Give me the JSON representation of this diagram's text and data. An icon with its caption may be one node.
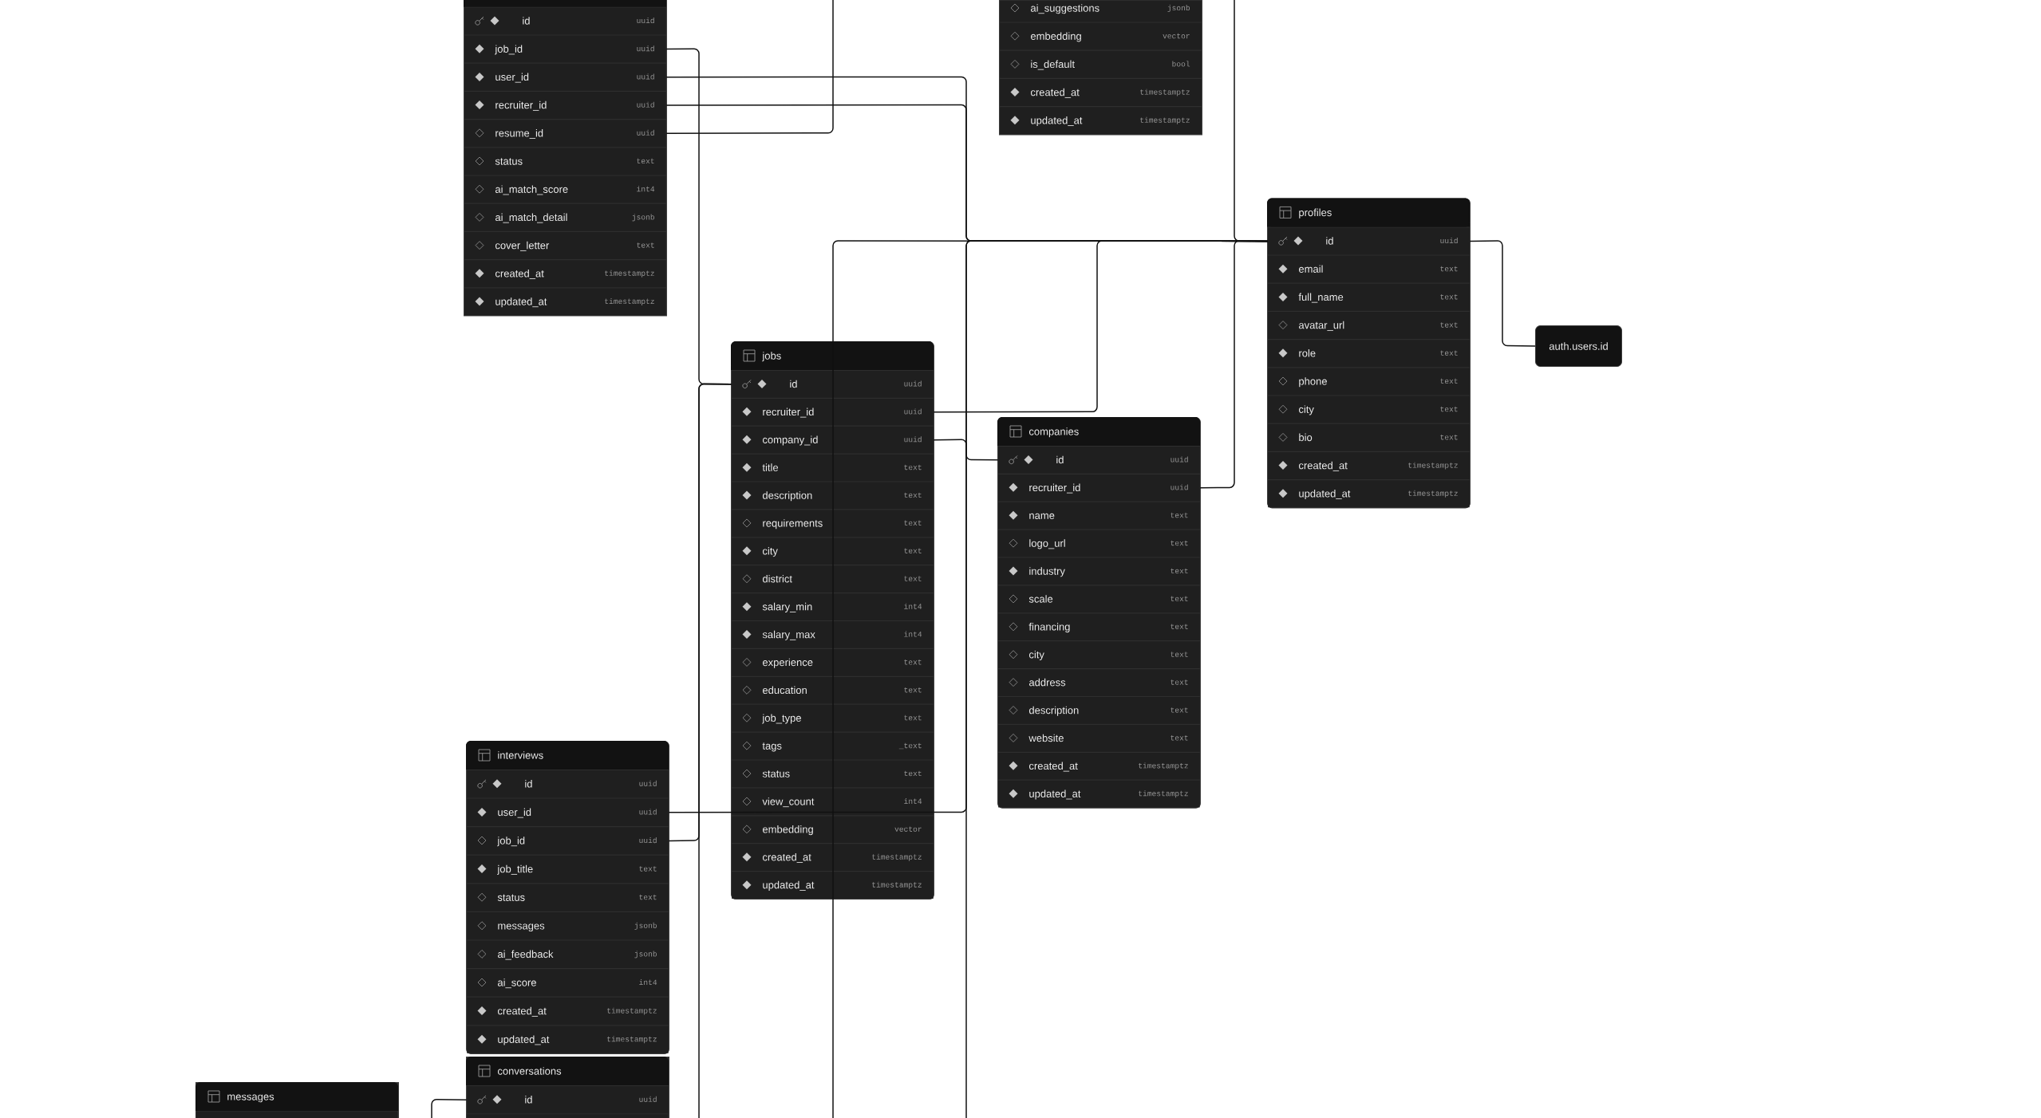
{
  "diagram": {
    "nodes": [
      {
        "text": [],
        "shape": "box"
      },
      {
        "text": [
          "id",
          "uuid"
        ],
        "in": 0
      },
      {
        "text": [
          "job_id",
          "uuid"
        ],
        "in": 0
      },
      {
        "text": [
          "user_id",
          "uuid"
        ],
        "in": 0
      },
      {
        "text": [
          "recruiter_id",
          "uuid"
        ],
        "in": 0
      },
      {
        "text": [
          "resume_id",
          "uuid"
        ],
        "in": 0
      },
      {
        "text": [
          "status",
          "text"
        ],
        "in": 0
      },
      {
        "text": [
          "ai_match_score",
          "int4"
        ],
        "in": 0
      },
      {
        "text": [
          "ai_match_detail",
          "jsonb"
        ],
        "in": 0
      },
      {
        "text": [
          "cover_letter",
          "text"
        ],
        "in": 0
      },
      {
        "text": [
          "created_at",
          "timestamptz"
        ],
        "in": 0
      },
      {
        "text": [
          "updated_at",
          "timestamptz"
        ],
        "in": 0
      },
      {
        "text": [],
        "shape": "box"
      },
      {
        "text": [
          "ai_suggestions",
          "jsonb"
        ],
        "in": 12
      },
      {
        "text": [
          "embedding",
          "vector"
        ],
        "in": 12
      },
      {
        "text": [
          "is_default",
          "bool"
        ],
        "in": 12
      },
      {
        "text": [
          "created_at",
          "timestamptz"
        ],
        "in": 12
      },
      {
        "text": [
          "updated_at",
          "timestamptz"
        ],
        "in": 12
      },
      {
        "text": [
          "profiles"
        ]
      },
      {
        "text": [
          "id",
          "uuid"
        ],
        "in": 18
      },
      {
        "text": [
          "email",
          "text"
        ],
        "in": 18
      },
      {
        "text": [
          "full_name",
          "text"
        ],
        "in": 18
      },
      {
        "text": [
          "avatar_url",
          "text"
        ],
        "in": 18
      },
      {
        "text": [
          "role",
          "text"
        ],
        "in": 18
      },
      {
        "text": [
          "phone",
          "text"
        ],
        "in": 18
      },
      {
        "text": [
          "city",
          "text"
        ],
        "in": 18
      },
      {
        "text": [
          "bio",
          "text"
        ],
        "in": 18
      },
      {
        "text": [
          "created_at",
          "timestamptz"
        ],
        "in": 18
      },
      {
        "text": [
          "updated_at",
          "timestamptz"
        ],
        "in": 18
      },
      {
        "text": [
          "auth.users.id"
        ]
      },
      {
        "text": [
          "jobs"
        ]
      },
      {
        "text": [
          "id",
          "uuid"
        ],
        "in": 30
      },
      {
        "text": [
          "recruiter_id",
          "uuid"
        ],
        "in": 30
      },
      {
        "text": [
          "company_id",
          "uuid"
        ],
        "in": 30
      },
      {
        "text": [
          "title",
          "text"
        ],
        "in": 30
      },
      {
        "text": [
          "description",
          "text"
        ],
        "in": 30
      },
      {
        "text": [
          "requirements",
          "text"
        ],
        "in": 30
      },
      {
        "text": [
          "city",
          "text"
        ],
        "in": 30
      },
      {
        "text": [
          "district",
          "text"
        ],
        "in": 30
      },
      {
        "text": [
          "salary_min",
          "int4"
        ],
        "in": 30
      },
      {
        "text": [
          "salary_max",
          "int4"
        ],
        "in": 30
      },
      {
        "text": [
          "experience",
          "text"
        ],
        "in": 30
      },
      {
        "text": [
          "education",
          "text"
        ],
        "in": 30
      },
      {
        "text": [
          "job_type",
          "text"
        ],
        "in": 30
      },
      {
        "text": [
          "tags",
          "_text"
        ],
        "in": 30
      },
      {
        "text": [
          "status",
          "text"
        ],
        "in": 30
      },
      {
        "text": [
          "view_count",
          "int4"
        ],
        "in": 30
      },
      {
        "text": [
          "embedding",
          "vector"
        ],
        "in": 30
      },
      {
        "text": [
          "created_at",
          "timestamptz"
        ],
        "in": 30
      },
      {
        "text": [
          "updated_at",
          "timestamptz"
        ],
        "in": 30
      },
      {
        "text": [
          "companies"
        ]
      },
      {
        "text": [
          "id",
          "uuid"
        ],
        "in": 50
      },
      {
        "text": [
          "recruiter_id",
          "uuid"
        ],
        "in": 50
      },
      {
        "text": [
          "name",
          "text"
        ],
        "in": 50
      },
      {
        "text": [
          "logo_url",
          "text"
        ],
        "in": 50
      },
      {
        "text": [
          "industry",
          "text"
        ],
        "in": 50
      },
      {
        "text": [
          "scale",
          "text"
        ],
        "in": 50
      },
      {
        "text": [
          "financing",
          "text"
        ],
        "in": 50
      },
      {
        "text": [
          "city",
          "text"
        ],
        "in": 50
      },
      {
        "text": [
          "address",
          "text"
        ],
        "in": 50
      },
      {
        "text": [
          "description",
          "text"
        ],
        "in": 50
      },
      {
        "text": [
          "website",
          "text"
        ],
        "in": 50
      },
      {
        "text": [
          "created_at",
          "timestamptz"
        ],
        "in": 50
      },
      {
        "text": [
          "updated_at",
          "timestamptz"
        ],
        "in": 50
      },
      {
        "text": [
          "interviews"
        ]
      },
      {
        "text": [
          "id",
          "uuid"
        ],
        "in": 64
      },
      {
        "text": [
          "user_id",
          "uuid"
        ],
        "in": 64
      },
      {
        "text": [
          "job_id",
          "uuid"
        ],
        "in": 64
      },
      {
        "text": [
          "job_title",
          "text"
        ],
        "in": 64
      },
      {
        "text": [
          "status",
          "text"
        ],
        "in": 64
      },
      {
        "text": [
          "messages",
          "jsonb"
        ],
        "in": 64
      },
      {
        "text": [
          "ai_feedback",
          "jsonb"
        ],
        "in": 64
      },
      {
        "text": [
          "ai_score",
          "int4"
        ],
        "in": 64
      },
      {
        "text": [
          "created_at",
          "timestamptz"
        ],
        "in": 64
      },
      {
        "text": [
          "updated_at",
          "timestamptz"
        ],
        "in": 64
      },
      {
        "text": [
          "messages"
        ]
      },
      {
        "text": [
          "conversations"
        ]
      },
      {
        "text": [
          "id",
          "uuid"
        ],
        "in": 76
      }
    ],
    "edges": [
      {
        "from": 2,
        "to": 31,
        "arrow": "none"
      },
      {
        "from": 3,
        "to": 19,
        "arrow": "none"
      },
      {
        "from": 4,
        "to": 19,
        "arrow": "none"
      },
      {
        "from": 5,
        "to": null,
        "arrow": "none"
      },
      {
        "from": null,
        "to": 19,
        "arrow": "none"
      },
      {
        "from": 32,
        "to": 19,
        "arrow": "none"
      },
      {
        "from": 33,
        "to": 51,
        "arrow": "none"
      },
      {
        "from": 52,
        "to": 19,
        "arrow": "none"
      },
      {
        "from": 19,
        "to": 29,
        "arrow": "none"
      },
      {
        "from": 66,
        "to": 19,
        "arrow": "none"
      },
      {
        "from": 67,
        "to": 31,
        "arrow": "none"
      },
      {
        "from": null,
        "to": 31,
        "arrow": "none"
      },
      {
        "from": null,
        "to": 19,
        "arrow": "none"
      },
      {
        "from": null,
        "to": 19,
        "arrow": "none"
      },
      {
        "from": null,
        "to": 77,
        "arrow": "none"
      }
    ]
  }
}
